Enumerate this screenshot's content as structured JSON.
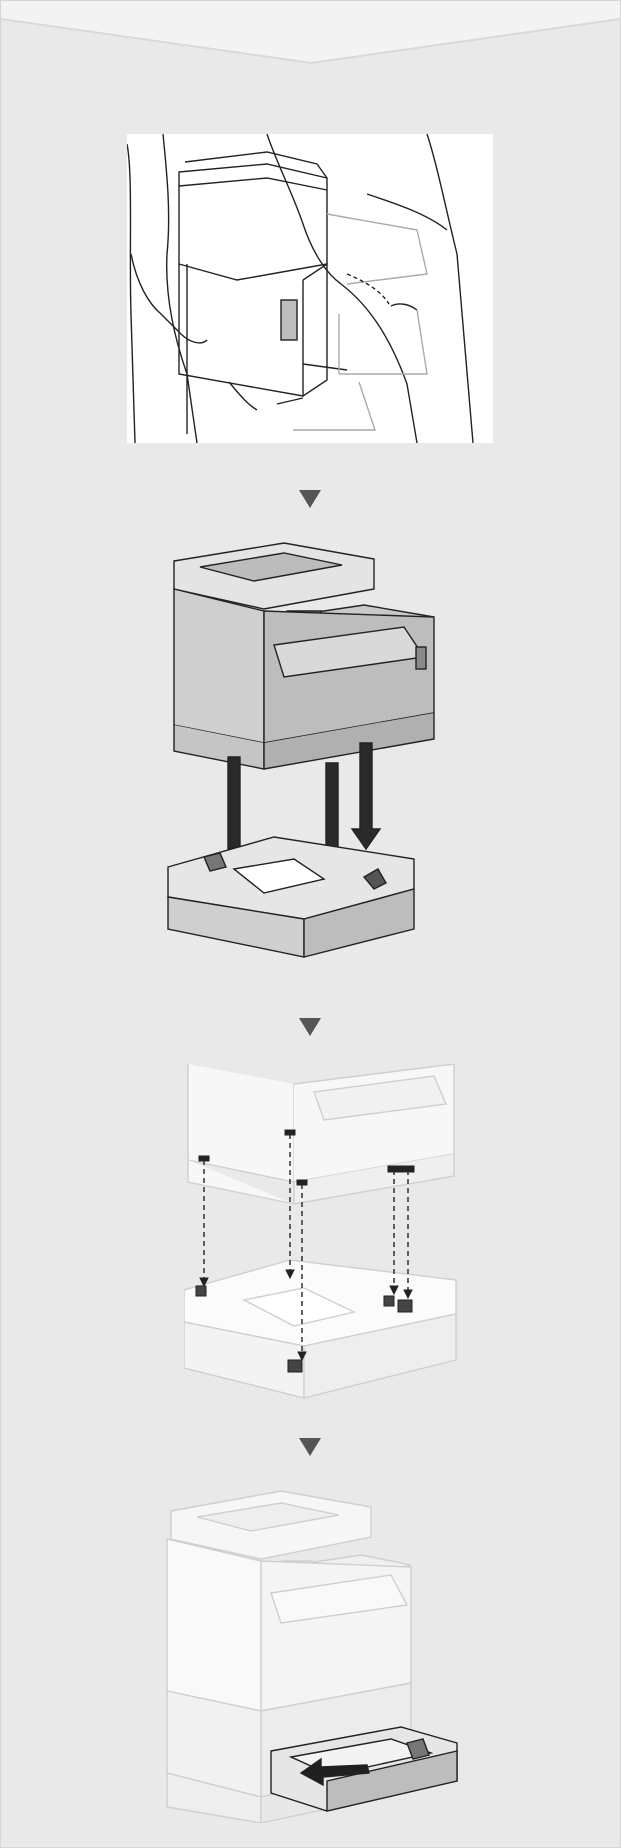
{
  "document": {
    "type": "installation-guide-page",
    "steps": [
      {
        "id": "step-1",
        "icon": "carry-printer-icon"
      },
      {
        "id": "step-2",
        "icon": "place-printer-on-feeder-icon"
      },
      {
        "id": "step-3",
        "icon": "align-pins-icon"
      },
      {
        "id": "step-4",
        "icon": "insert-paper-drawer-icon"
      }
    ],
    "arrows": [
      "down-triangle-icon",
      "down-triangle-icon",
      "down-triangle-icon"
    ]
  },
  "colors": {
    "page_background": "#e9e9e9",
    "illustration_background": "#ffffff",
    "line": "#222222",
    "shade": "#bdbdbd",
    "dark_arrow": "#2a2a2a",
    "faded": "#d7d7d7"
  }
}
